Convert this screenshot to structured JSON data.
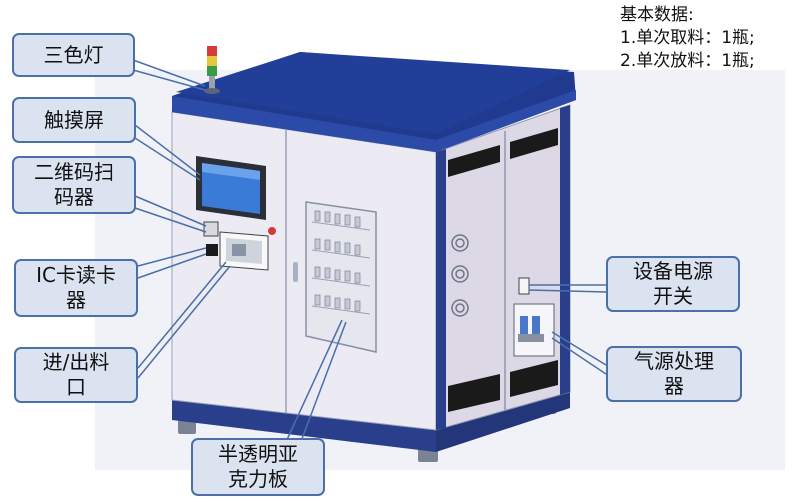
{
  "specs": {
    "title": "基本数据:",
    "items": [
      "1.单次取料：1瓶;",
      "2.单次放料：1瓶;"
    ]
  },
  "callouts": {
    "tri_light": "三色灯",
    "touchscreen": "触摸屏",
    "barcode_scanner": "二维码扫\n码器",
    "ic_reader": "IC卡读卡\n器",
    "in_out_port": "进/出料\n口",
    "acrylic": "半透明亚\n克力板",
    "power_switch": "设备电源\n开关",
    "air_source": "气源处理\n器"
  },
  "colors": {
    "cabinet_top": "#1f3a8f",
    "cabinet_body": "#ecebf3",
    "cabinet_side": "#ddd8e6",
    "frame_blue": "#2a3f8c",
    "callout_fill": "#dbe3f1",
    "callout_border": "#4b6fa8",
    "leader": "#4b6fa8"
  },
  "icons": [
    "tower-light-icon",
    "touchscreen-icon",
    "scanner-icon",
    "ic-reader-icon",
    "port-icon",
    "acrylic-panel-icon",
    "power-switch-icon",
    "air-filter-icon"
  ]
}
